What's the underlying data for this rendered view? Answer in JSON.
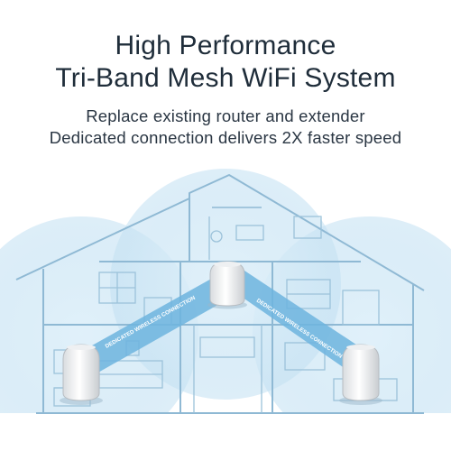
{
  "headline": {
    "line1": "High Performance",
    "line2": "Tri-Band Mesh WiFi System"
  },
  "subhead": {
    "line1": "Replace existing router and extender",
    "line2": "Dedicated connection delivers 2X faster speed"
  },
  "diagram": {
    "link_left_label": "DEDICATED WIRELESS CONNECTION",
    "link_right_label": "DEDICATED WIRELESS CONNECTION",
    "wifi_zone_color": "#cfe7f5",
    "link_color": "#5aa9d6",
    "house_line_color": "#8fb9d4",
    "device_color": "#f2f3f4"
  }
}
